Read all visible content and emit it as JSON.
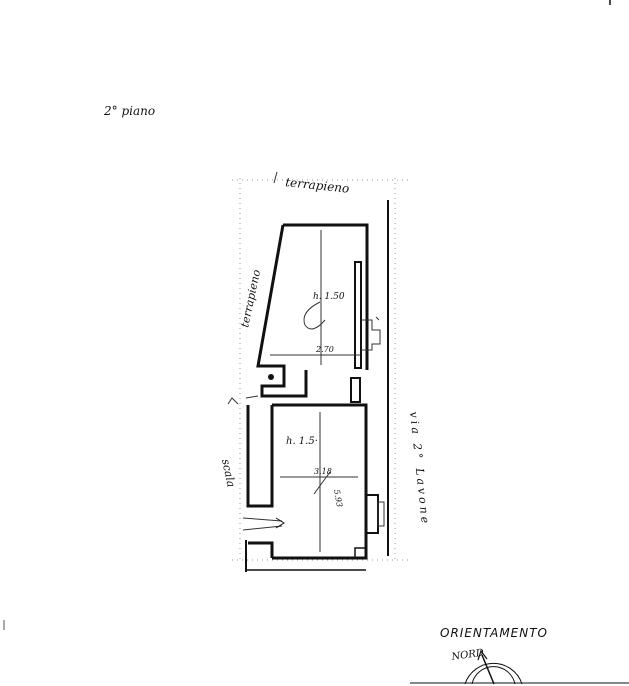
{
  "labels": {
    "floor": "2° piano",
    "terrapieno_top": "terrapieno",
    "terrapieno_side": "terrapieno",
    "room_upper_height": "h. 1.50",
    "room_upper_dim": "2.70",
    "room_lower_height": "h. 1.5·",
    "room_lower_dim1": "3.18",
    "room_lower_dim2": "5.93",
    "scala": "scala",
    "street": "via 2° Lavone",
    "orientation_title": "ORIENTAMENTO",
    "nord": "NORD"
  }
}
